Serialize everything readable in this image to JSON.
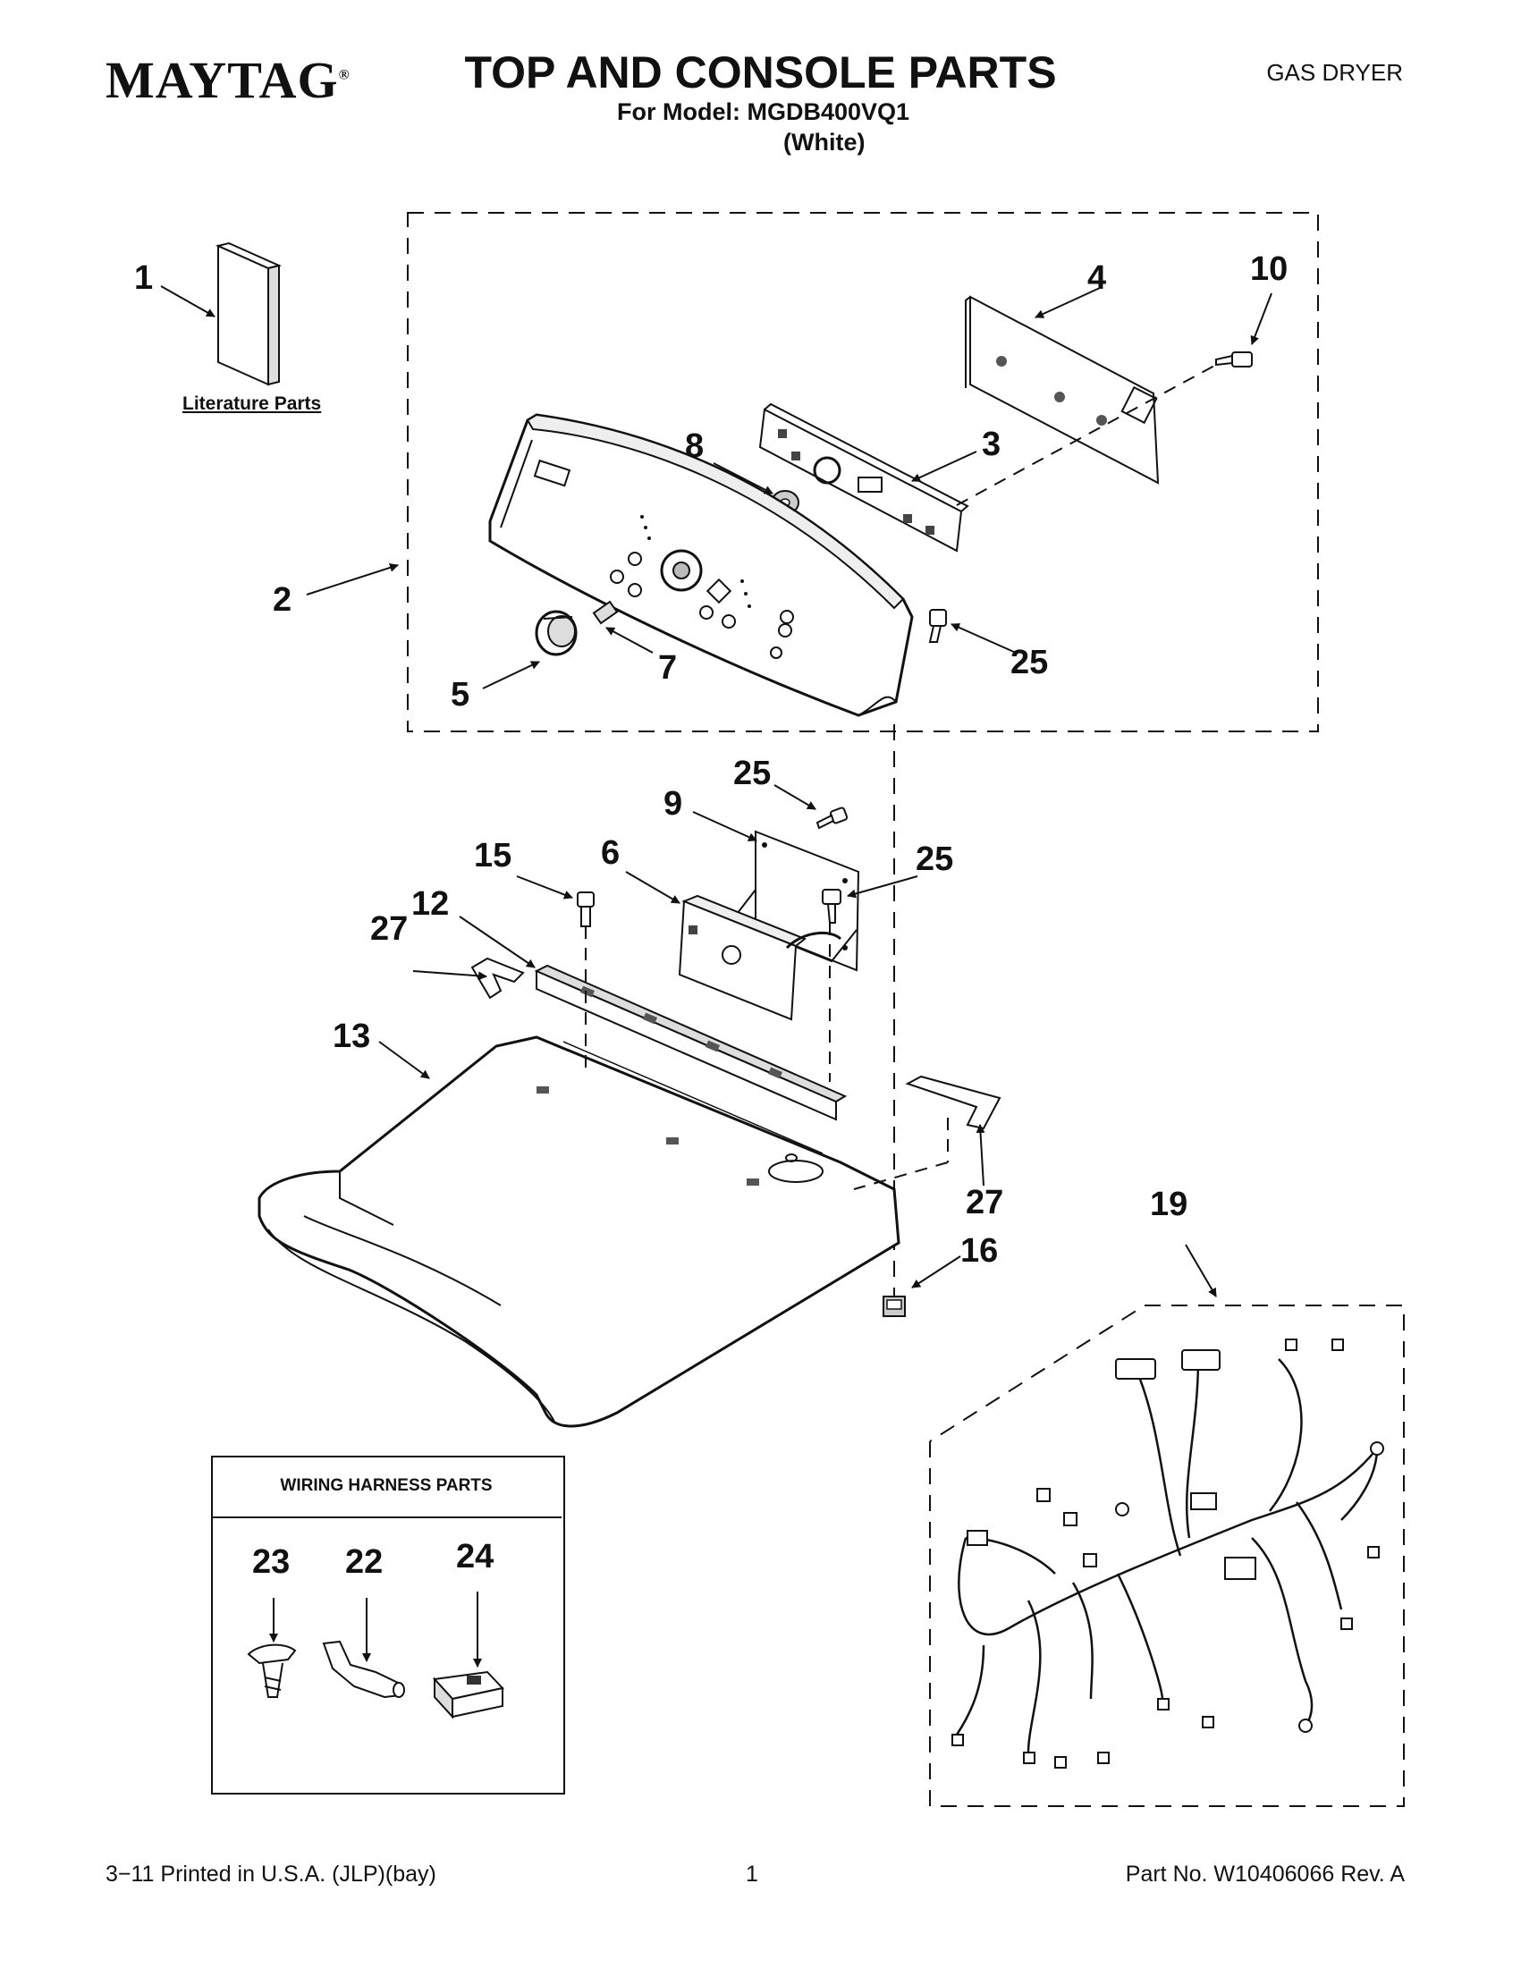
{
  "header": {
    "brand": "MAYTAG",
    "brand_mark": "®",
    "title": "TOP AND CONSOLE PARTS",
    "model_line": "For Model: MGDB400VQ1",
    "variant": "(White)",
    "dryer_type": "GAS DRYER"
  },
  "literature_label": "Literature Parts",
  "callouts": {
    "c1": "1",
    "c2": "2",
    "c3": "3",
    "c4": "4",
    "c5": "5",
    "c6": "6",
    "c7": "7",
    "c8": "8",
    "c9": "9",
    "c10": "10",
    "c12": "12",
    "c13": "13",
    "c15": "15",
    "c16": "16",
    "c19": "19",
    "c22": "22",
    "c23": "23",
    "c24": "24",
    "c25a": "25",
    "c25b": "25",
    "c25c": "25",
    "c27a": "27",
    "c27b": "27"
  },
  "wiring_harness": {
    "title": "WIRING HARNESS PARTS"
  },
  "footer": {
    "printed": "3−11 Printed in U.S.A. (JLP)(bay)",
    "page": "1",
    "part_no": "Part No. W10406066 Rev. A"
  }
}
